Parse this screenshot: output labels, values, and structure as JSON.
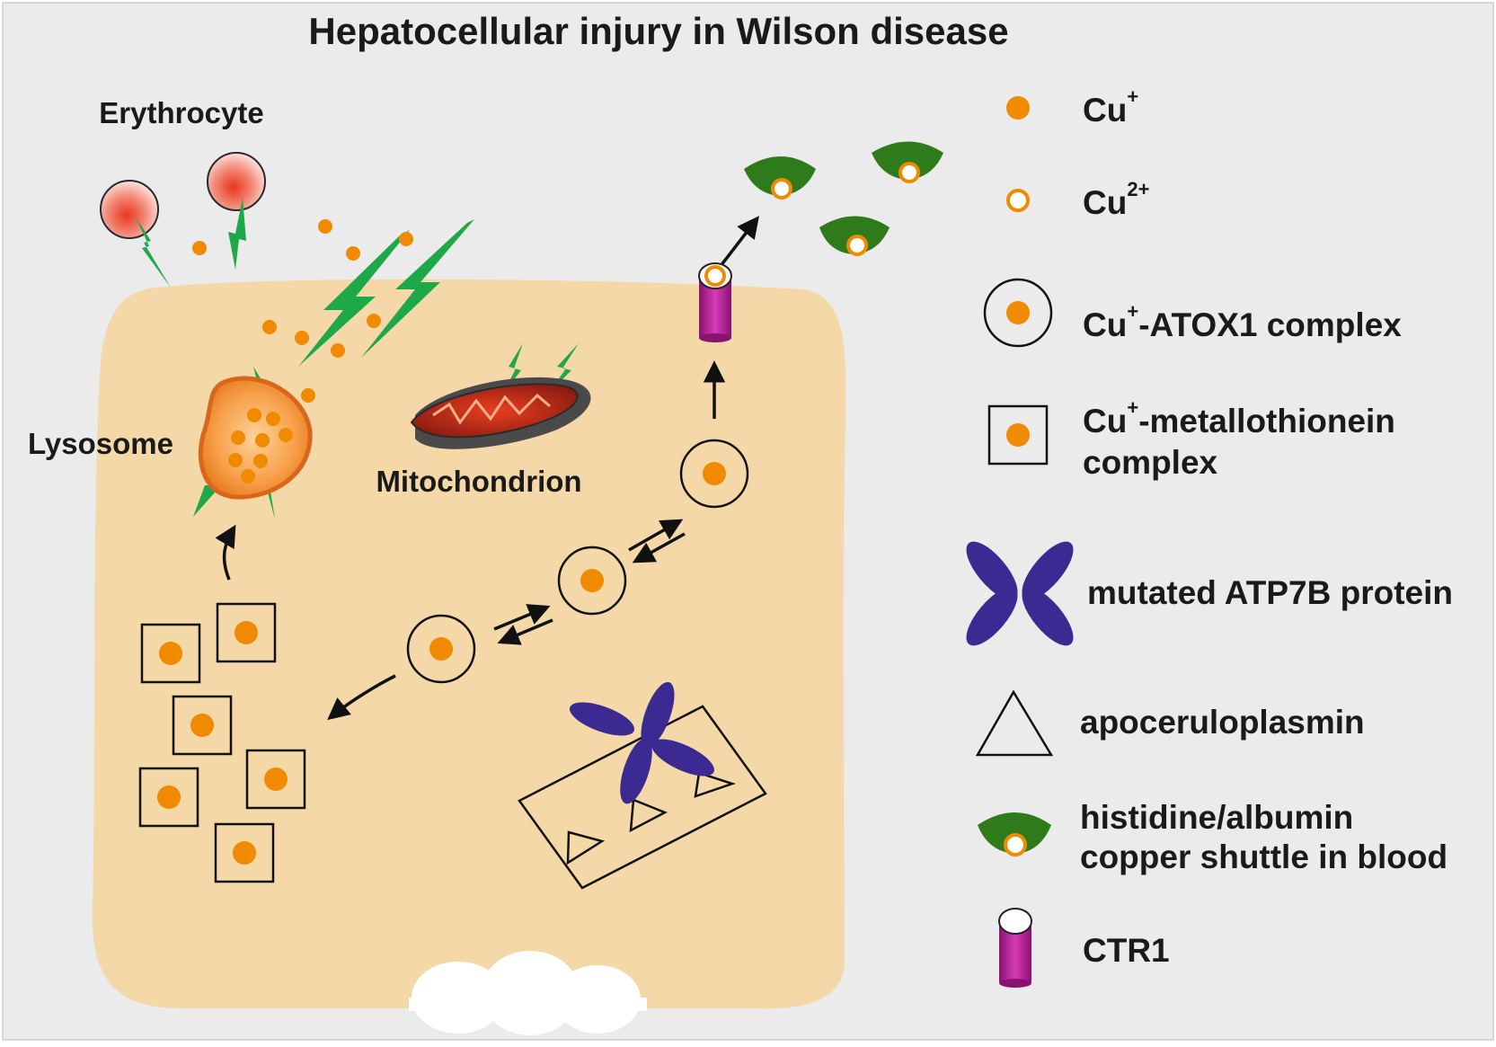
{
  "title": "Hepatocellular injury in Wilson disease",
  "labels": {
    "erythrocyte": "Erythrocyte",
    "lysosome": "Lysosome",
    "mitochondrion": "Mitochondrion"
  },
  "legend": {
    "cu_plus": {
      "base": "Cu",
      "sup": "+"
    },
    "cu_2plus": {
      "base": "Cu",
      "sup": "2+"
    },
    "atox1": {
      "base": "Cu",
      "sup": "+",
      "rest": "-ATOX1 complex"
    },
    "metallothionein": {
      "base": "Cu",
      "sup": "+",
      "rest": "-metallothionein",
      "line2": "complex"
    },
    "atp7b": "mutated ATP7B protein",
    "apoceruloplasmin": "apoceruloplasmin",
    "shuttle": {
      "line1": "histidine/albumin",
      "line2": "copper shuttle in blood"
    },
    "ctr1": "CTR1"
  },
  "colors": {
    "background": "#ebebeb",
    "cell": "#f5d8a8",
    "copper": "#f08a00",
    "injury_bolt": "#1fa84a",
    "atp7b": "#3a2a91",
    "shuttle": "#2f7a1a",
    "ctr1": "#a51f8c"
  }
}
